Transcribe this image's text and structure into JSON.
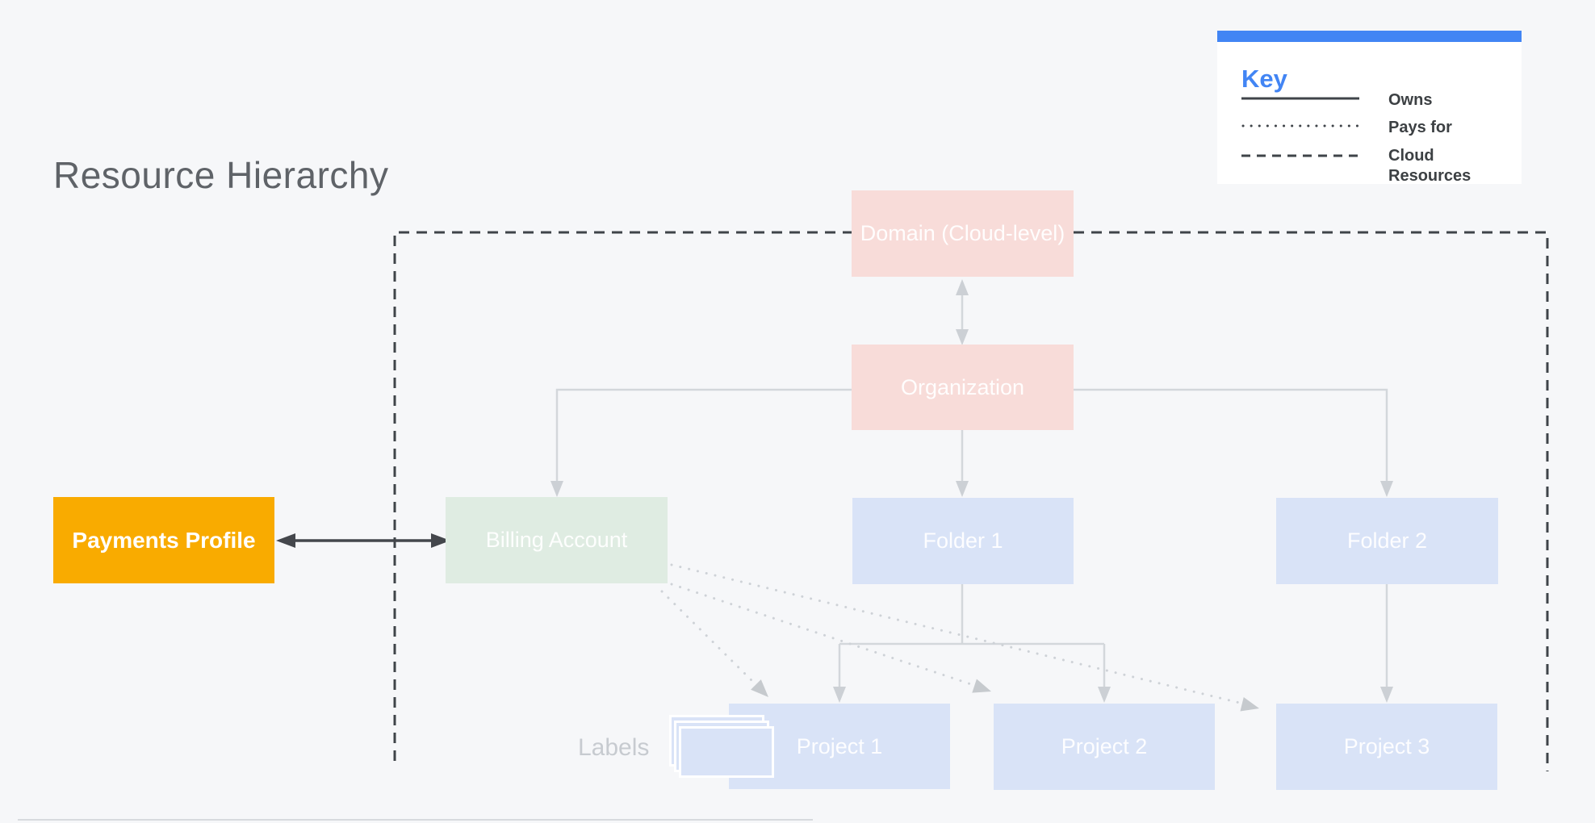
{
  "title": "Resource Hierarchy",
  "legend": {
    "title": "Key",
    "items": [
      {
        "style": "solid-line",
        "label": "Owns"
      },
      {
        "style": "dotted-line",
        "label": "Pays for"
      },
      {
        "style": "dashed-line",
        "label": "Cloud Resources"
      }
    ]
  },
  "nodes": {
    "domain": {
      "label": "Domain (Cloud-level)"
    },
    "organization": {
      "label": "Organization"
    },
    "billing_account": {
      "label": "Billing Account"
    },
    "folder1": {
      "label": "Folder 1"
    },
    "folder2": {
      "label": "Folder 2"
    },
    "project1": {
      "label": "Project 1"
    },
    "project2": {
      "label": "Project 2"
    },
    "project3": {
      "label": "Project 3"
    },
    "payments_profile": {
      "label": "Payments Profile"
    }
  },
  "labels_caption": "Labels",
  "colors": {
    "background": "#f6f7f9",
    "accent_blue": "#4285f4",
    "node_pink": "#f8dcd9",
    "node_green": "#dfece2",
    "node_blue": "#d9e3f7",
    "node_amber": "#f9ab00",
    "owns_connector": "#d3d7db",
    "pays_for_connector": "#ced2d7",
    "boundary_dark": "#3f4449",
    "title_gray": "#5f6368"
  }
}
